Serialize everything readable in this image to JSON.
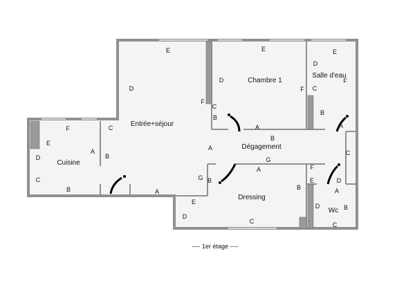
{
  "colors": {
    "wall": "#909090",
    "wall_fill": "#f4f4f4",
    "column": "#9a9a9a",
    "door": "#000000",
    "window": "#d8d8d8"
  },
  "rooms": {
    "entree_sejour": "Entrée+séjour",
    "chambre": "Chambre 1",
    "salle_eau": "Salle d'eau",
    "cuisine": "Cuisine",
    "degagement": "Dégagement",
    "dressing": "Dressing",
    "wc": "Wc"
  },
  "caption": "----  1er étage  ----",
  "wall_labels": {
    "e1": "E",
    "d1": "D",
    "c1": "C",
    "a1": "A",
    "f1": "F",
    "d2": "D",
    "f2": "F",
    "c2": "C",
    "b2": "B",
    "e3": "E",
    "a3": "A",
    "b3": "B",
    "e4": "E",
    "d4": "D",
    "f4": "F",
    "c4": "C",
    "b4": "B",
    "a4": "A",
    "e5": "E",
    "f5": "F",
    "d5": "D",
    "a5": "A",
    "c5": "C",
    "b5": "B",
    "b6": "B",
    "a6": "A",
    "c7": "C",
    "g7": "G",
    "f8": "F",
    "e8": "E",
    "a8": "A",
    "d8": "D",
    "b8": "B",
    "e9": "E",
    "d9": "D",
    "c9": "C",
    "b10": "B",
    "g10": "G",
    "a10": "A",
    "b11": "B",
    "c11": "C"
  }
}
